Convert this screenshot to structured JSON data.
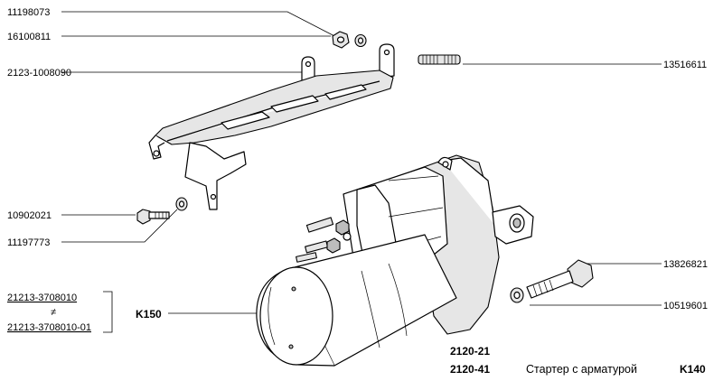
{
  "parts": {
    "p11198073": "11198073",
    "p16100811": "16100811",
    "p2123_1008090": "2123-1008090",
    "p13516611": "13516611",
    "p10902021": "10902021",
    "p11197773": "11197773",
    "p13826821": "13826821",
    "p10519601": "10519601"
  },
  "assembly": {
    "code_a": "21213-3708010",
    "not_equal": "≠",
    "code_b": "21213-3708010-01",
    "ref": "K150"
  },
  "footer": {
    "model_1": "2120-21",
    "model_2": "2120-41",
    "title": "Стартер с арматурой",
    "page_code": "K140"
  }
}
